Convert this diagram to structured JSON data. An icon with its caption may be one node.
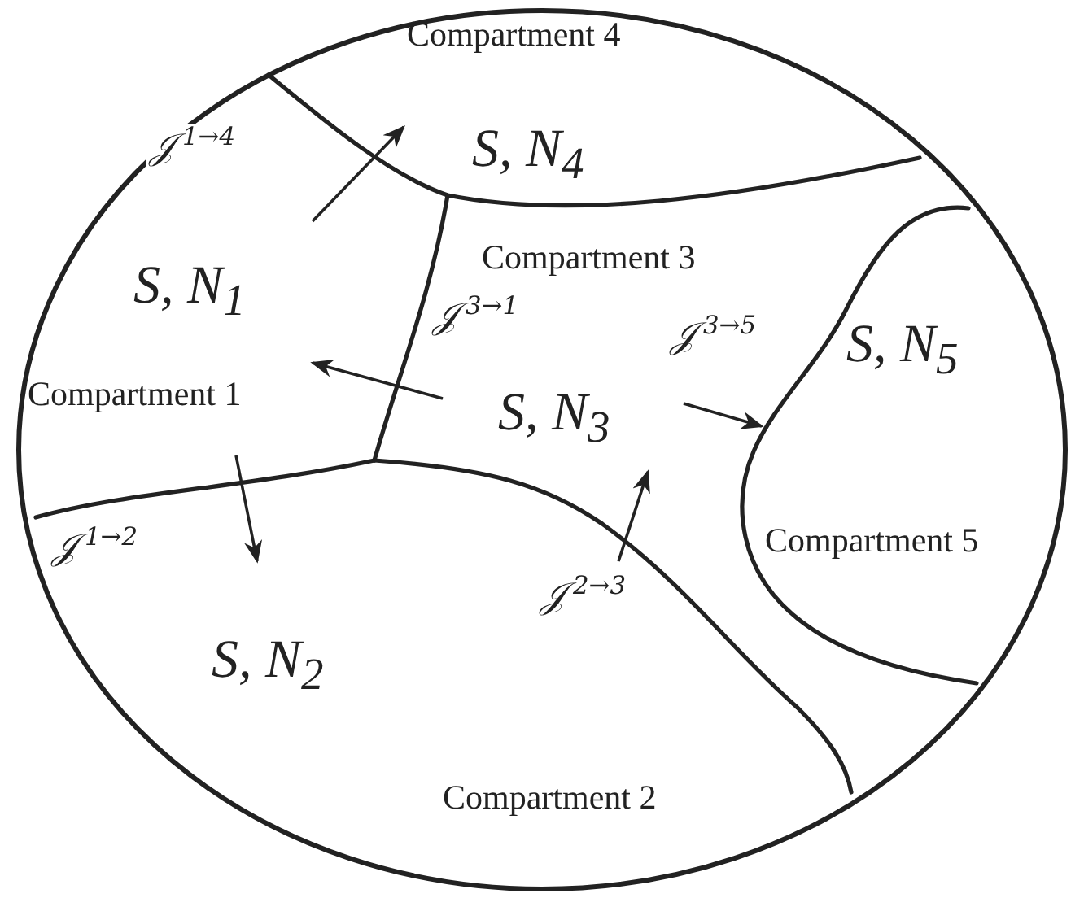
{
  "diagram": {
    "nodes": [
      {
        "text": [],
        "shape": "circle"
      },
      {
        "text": [
          "Compartment 4",
          "S, N$_{4}$"
        ],
        "in": 0
      },
      {
        "text": [
          "Compartment 3",
          "S, N$_{3}$"
        ],
        "in": 0
      },
      {
        "text": [
          "S, N$_{1}$",
          "Compartment 1"
        ],
        "in": 0
      },
      {
        "text": [
          "S, N$_{5}$",
          "Compartment 5"
        ],
        "in": 0
      },
      {
        "text": [
          "S, N$_{2}$",
          "Compartment 2"
        ],
        "in": 0
      }
    ],
    "edges": [
      {
        "from": 3,
        "to": 1,
        "arrow": "to",
        "label": "𝒥$^{1→4}$"
      },
      {
        "from": 2,
        "to": 3,
        "arrow": "to",
        "label": "𝒥$^{3→1}$"
      },
      {
        "from": 2,
        "to": 4,
        "arrow": "to",
        "label": "𝒥$^{3→5}$"
      },
      {
        "from": 3,
        "to": 5,
        "arrow": "to",
        "label": "𝒥$^{1→2}$"
      },
      {
        "from": 5,
        "to": 2,
        "arrow": "to",
        "label": "𝒥$^{2→3}$"
      }
    ]
  }
}
